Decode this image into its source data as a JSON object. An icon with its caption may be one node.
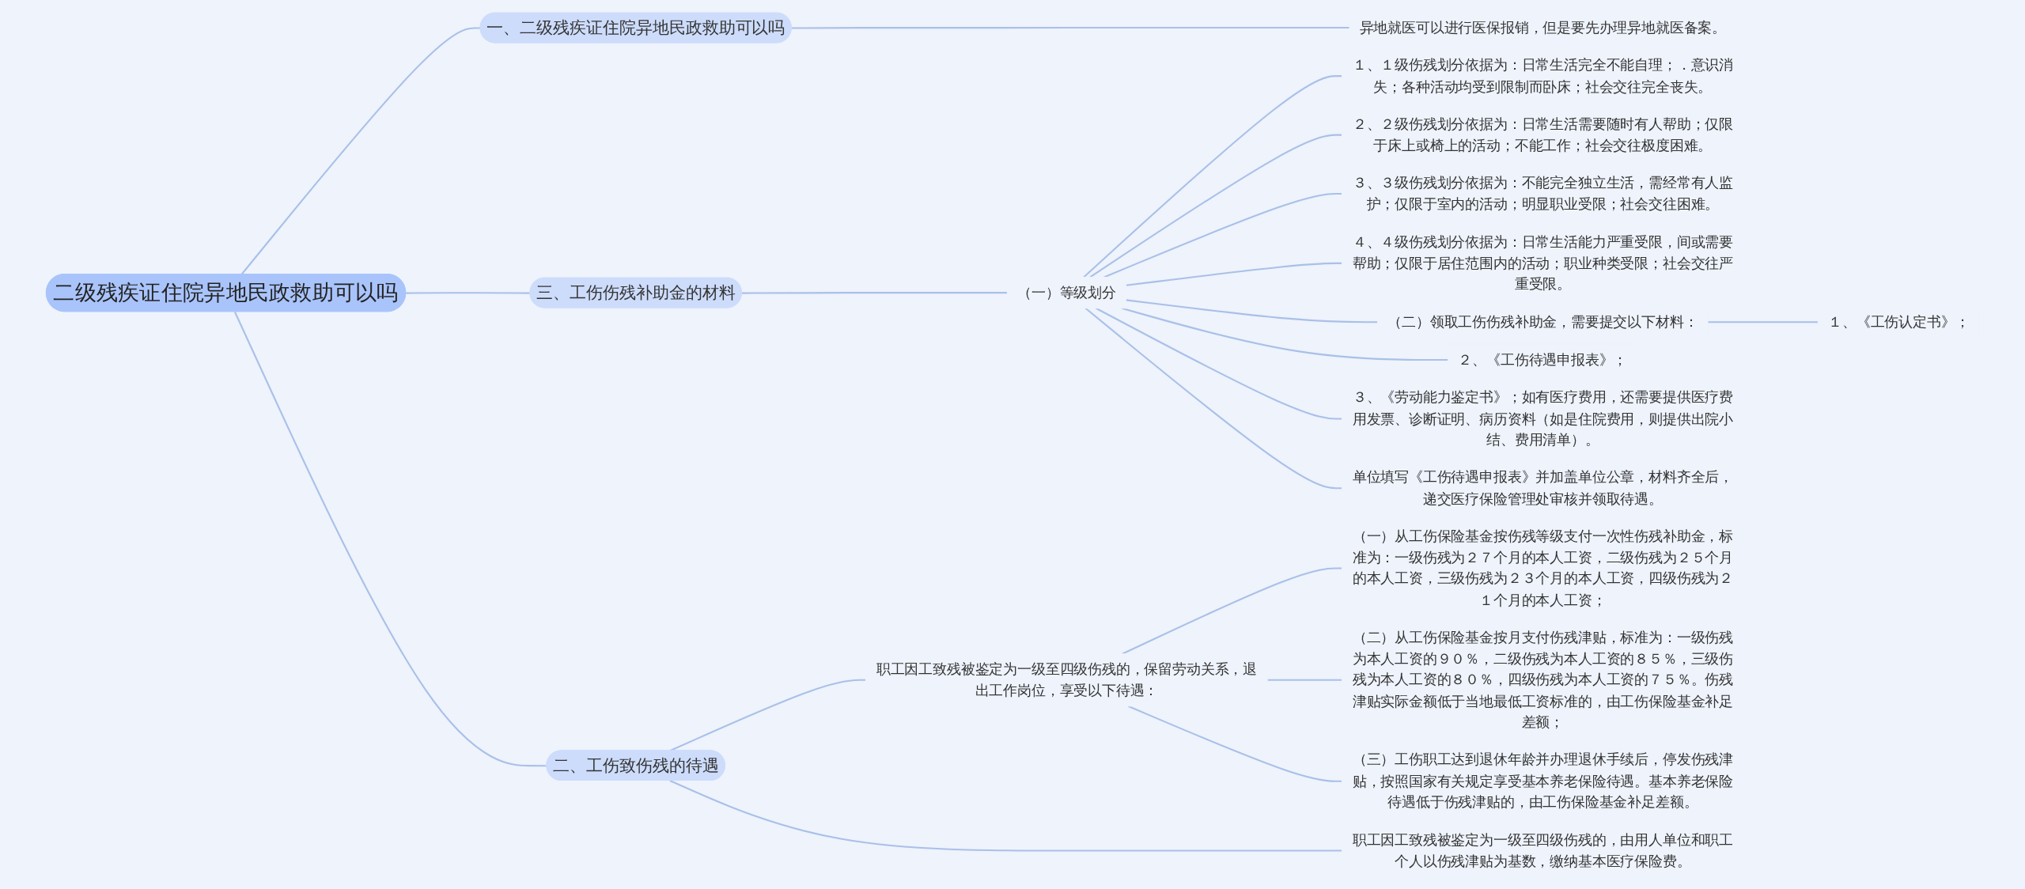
{
  "diagram": {
    "nodes": [
      {
        "text": [
          "二级残疾证住院异地民政救助可以吗"
        ]
      },
      {
        "text": [
          "一、二级残疾证住院异地民政救助可以吗"
        ]
      },
      {
        "text": [
          "异地就医可以进行医保报销，但是要先办理异地就医备案。"
        ]
      },
      {
        "text": [
          "三、工伤伤残补助金的材料"
        ]
      },
      {
        "text": [
          "（一）等级划分"
        ]
      },
      {
        "text": [
          "１、１级伤残划分依据为：日常生活完全不能自理；．意识消失；各种活动均受到限制而卧床；社会交往完全丧失。"
        ]
      },
      {
        "text": [
          "２、２级伤残划分依据为：日常生活需要随时有人帮助；仅限于床上或椅上的活动；不能工作；社会交往极度困难。"
        ]
      },
      {
        "text": [
          "３、３级伤残划分依据为：不能完全独立生活，需经常有人监护；仅限于室内的活动；明显职业受限；社会交往困难。"
        ]
      },
      {
        "text": [
          "４、４级伤残划分依据为：日常生活能力严重受限，间或需要帮助；仅限于居住范围内的活动；职业种类受限；社会交往严重受限。"
        ]
      },
      {
        "text": [
          "（二）领取工伤伤残补助金，需要提交以下材料："
        ]
      },
      {
        "text": [
          "１、《工伤认定书》；"
        ]
      },
      {
        "text": [
          "２、《工伤待遇申报表》；"
        ]
      },
      {
        "text": [
          "３、《劳动能力鉴定书》；如有医疗费用，还需要提供医疗费用发票、诊断证明、病历资料（如是住院费用，则提供出院小结、费用清单）。"
        ]
      },
      {
        "text": [
          "单位填写《工伤待遇申报表》并加盖单位公章，材料齐全后，递交医疗保险管理处审核并领取待遇。"
        ]
      },
      {
        "text": [
          "二、工伤致伤残的待遇"
        ]
      },
      {
        "text": [
          "职工因工致残被鉴定为一级至四级伤残的，保留劳动关系，退出工作岗位，享受以下待遇："
        ]
      },
      {
        "text": [
          "（一）从工伤保险基金按伤残等级支付一次性伤残补助金，标准为：一级伤残为２７个月的本人工资，二级伤残为２５个月的本人工资，三级伤残为２３个月的本人工资，四级伤残为２１个月的本人工资；"
        ]
      },
      {
        "text": [
          "（二）从工伤保险基金按月支付伤残津贴，标准为：一级伤残为本人工资的９０％，二级伤残为本人工资的８５％，三级伤残为本人工资的８０％，四级伤残为本人工资的７５％。伤残津贴实际金额低于当地最低工资标准的，由工伤保险基金补足差额；"
        ]
      },
      {
        "text": [
          "（三）工伤职工达到退休年龄并办理退休手续后，停发伤残津贴，按照国家有关规定享受基本养老保险待遇。基本养老保险待遇低于伤残津贴的，由工伤保险基金补足差额。"
        ]
      },
      {
        "text": [
          "职工因工致残被鉴定为一级至四级伤残的，由用人单位和职工个人以伤残津贴为基数，缴纳基本医疗保险费。"
        ]
      }
    ],
    "edges": [
      {
        "from": 0,
        "to": 1,
        "arrow": "none"
      },
      {
        "from": 1,
        "to": 2,
        "arrow": "none"
      },
      {
        "from": 0,
        "to": 3,
        "arrow": "none"
      },
      {
        "from": 3,
        "to": 4,
        "arrow": "none"
      },
      {
        "from": 4,
        "to": 5,
        "arrow": "none"
      },
      {
        "from": 4,
        "to": 6,
        "arrow": "none"
      },
      {
        "from": 4,
        "to": 7,
        "arrow": "none"
      },
      {
        "from": 4,
        "to": 8,
        "arrow": "none"
      },
      {
        "from": 4,
        "to": 9,
        "arrow": "none"
      },
      {
        "from": 9,
        "to": 10,
        "arrow": "none"
      },
      {
        "from": 4,
        "to": 11,
        "arrow": "none"
      },
      {
        "from": 4,
        "to": 12,
        "arrow": "none"
      },
      {
        "from": 4,
        "to": 13,
        "arrow": "none"
      },
      {
        "from": 0,
        "to": 14,
        "arrow": "none"
      },
      {
        "from": 14,
        "to": 15,
        "arrow": "none"
      },
      {
        "from": 15,
        "to": 16,
        "arrow": "none"
      },
      {
        "from": 15,
        "to": 17,
        "arrow": "none"
      },
      {
        "from": 15,
        "to": 18,
        "arrow": "none"
      },
      {
        "from": 14,
        "to": 19,
        "arrow": "none"
      }
    ]
  }
}
